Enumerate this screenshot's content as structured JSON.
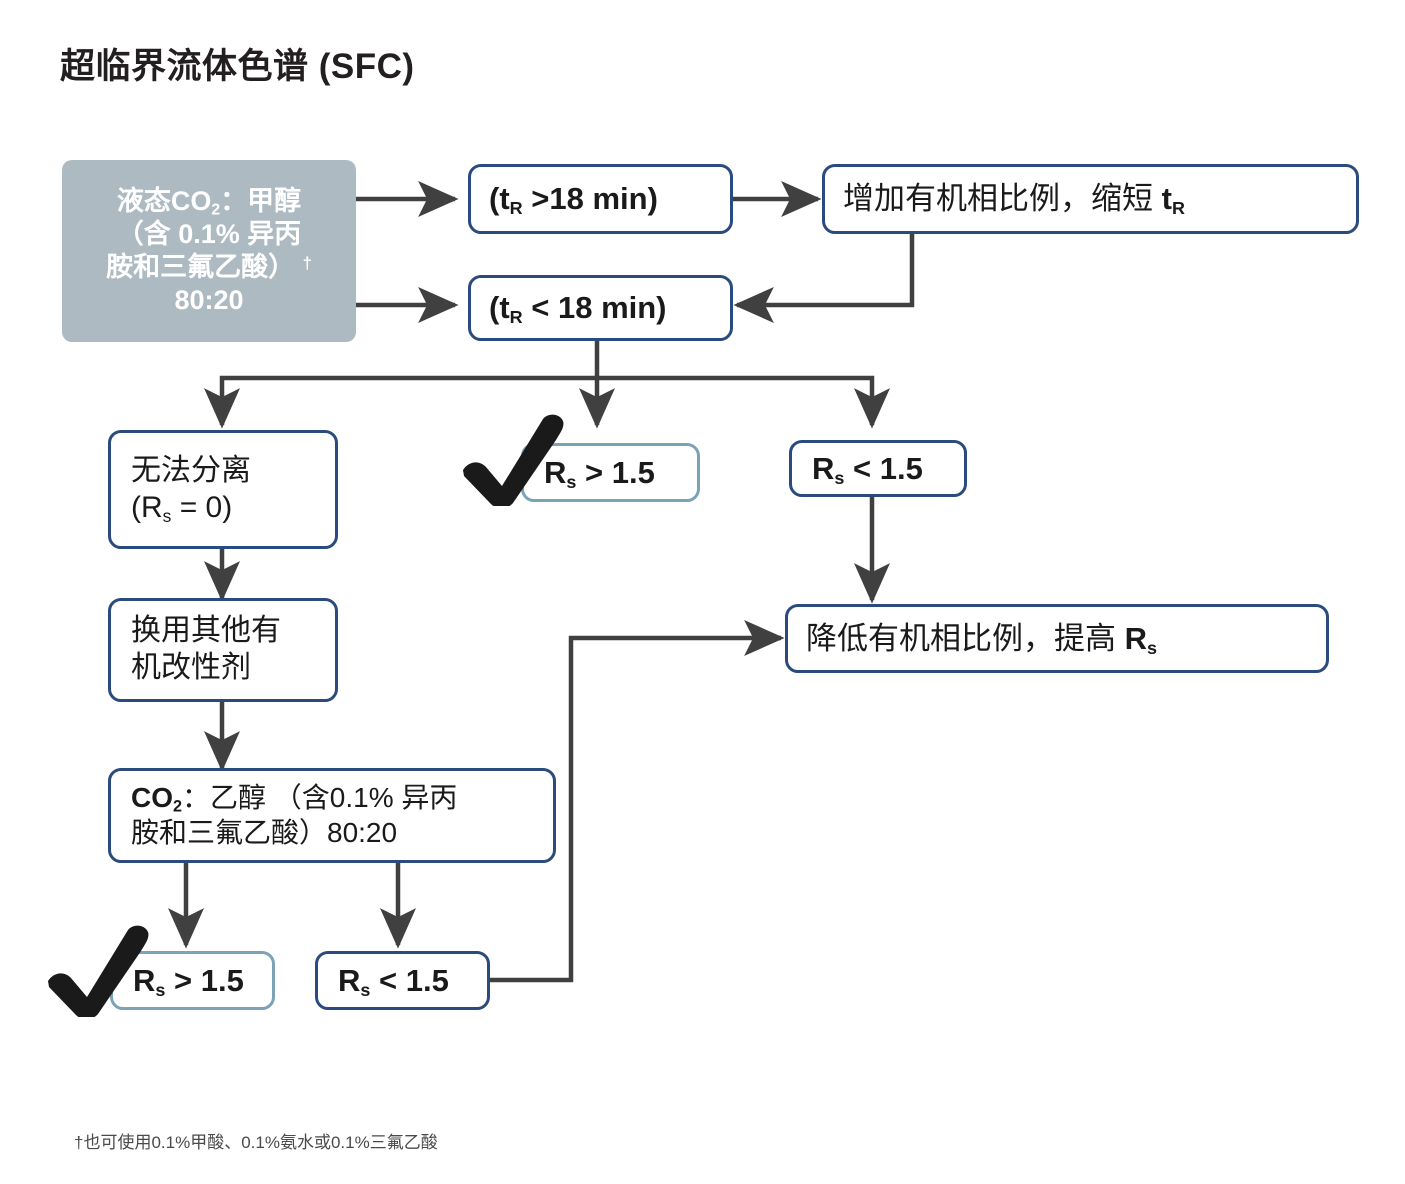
{
  "title": "超临界流体色谱 (SFC)",
  "colors": {
    "node_border": "#2b4a7d",
    "pass_border": "#7ba2b6",
    "source_fill": "#adbac2",
    "wire": "#404040",
    "text": "#1a1a1a",
    "background": "#ffffff"
  },
  "nodes": {
    "source": {
      "line1_pre": "液态CO",
      "line1_sub": "2",
      "line1_post": "：甲醇",
      "line2": "（含 0.1% 异丙",
      "line3": "胺和三氟乙酸）",
      "line3_dagger": "†",
      "line4": "80:20"
    },
    "tr_gt": {
      "pre": "(t",
      "sub": "R",
      "post": " >18 min)"
    },
    "tr_lt": {
      "pre": "(t",
      "sub": "R",
      "post": " < 18 min)"
    },
    "increase_organic": {
      "pre": "增加有机相比例，缩短 ",
      "sym": "t",
      "sub": "R"
    },
    "no_separation": {
      "line1": "无法分离",
      "line2_pre": "(R",
      "line2_sub": "s",
      "line2_post": " = 0)"
    },
    "rs_gt_top": {
      "pre": "R",
      "sub": "s",
      "post": " > 1.5"
    },
    "rs_lt_top": {
      "pre": "R",
      "sub": "s",
      "post": " < 1.5"
    },
    "decrease_organic": {
      "pre": "降低有机相比例，提高 ",
      "sym": "R",
      "sub": "s"
    },
    "change_modifier": {
      "line1": "换用其他有",
      "line2": "机改性剂"
    },
    "co2_ethanol": {
      "line1_pre": "CO",
      "line1_sub": "2",
      "line1_post": "：乙醇 （含0.1% 异丙",
      "line2": "胺和三氟乙酸）80:20"
    },
    "rs_gt_bottom": {
      "pre": "R",
      "sub": "s",
      "post": " > 1.5"
    },
    "rs_lt_bottom": {
      "pre": "R",
      "sub": "s",
      "post": " < 1.5"
    }
  },
  "markers": {
    "check_top_label": "checkmark",
    "check_bottom_label": "checkmark"
  },
  "footnote": "†也可使用0.1%甲酸、0.1%氨水或0.1%三氟乙酸"
}
